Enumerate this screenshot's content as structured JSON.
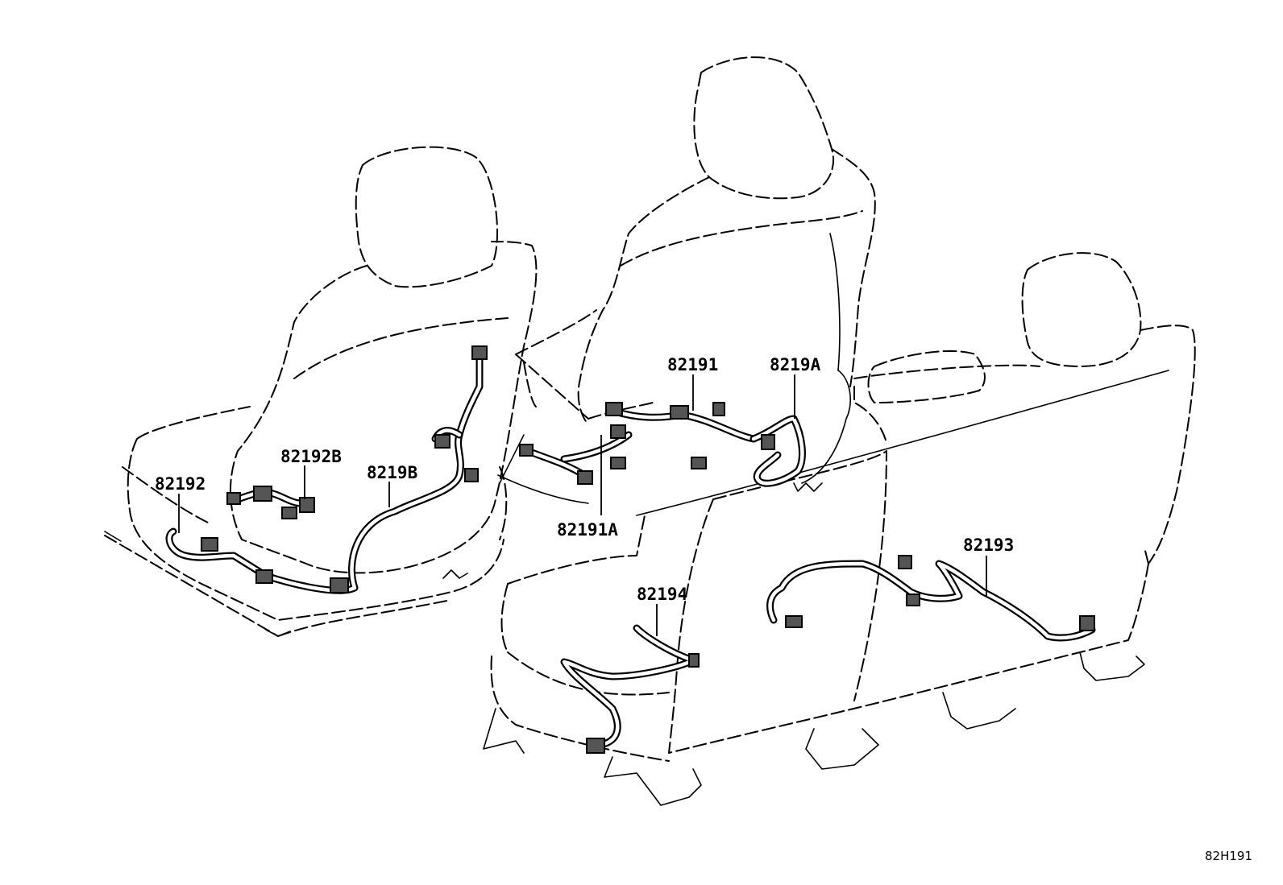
{
  "diagram": {
    "part_labels": {
      "p82192": "82192",
      "p82192B": "82192B",
      "p8219B": "8219B",
      "p82191": "82191",
      "p8219A": "8219A",
      "p82191A": "82191A",
      "p82194": "82194",
      "p82193": "82193"
    },
    "reference_code": "82H191"
  }
}
